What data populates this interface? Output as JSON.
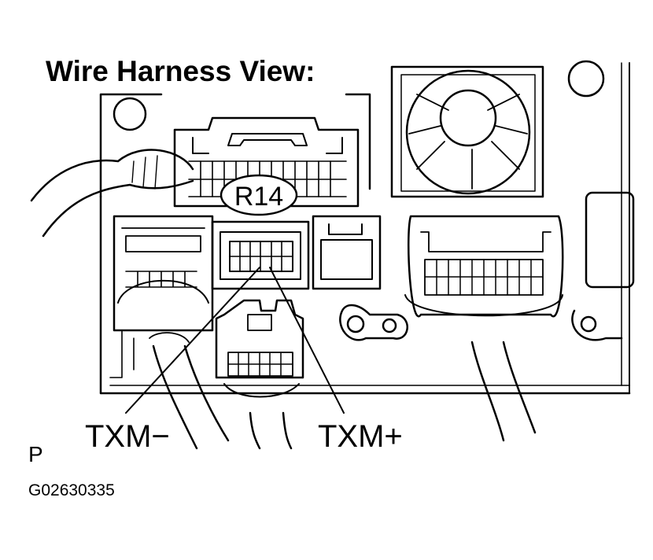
{
  "diagram": {
    "title": "Wire Harness View:",
    "connector_label": "R14",
    "pin_labels": {
      "minus": "TXM−",
      "plus": "TXM+"
    },
    "corner_mark": "P",
    "figure_id": "G02630335"
  },
  "colors": {
    "ink": "#000000",
    "paper": "#ffffff"
  }
}
